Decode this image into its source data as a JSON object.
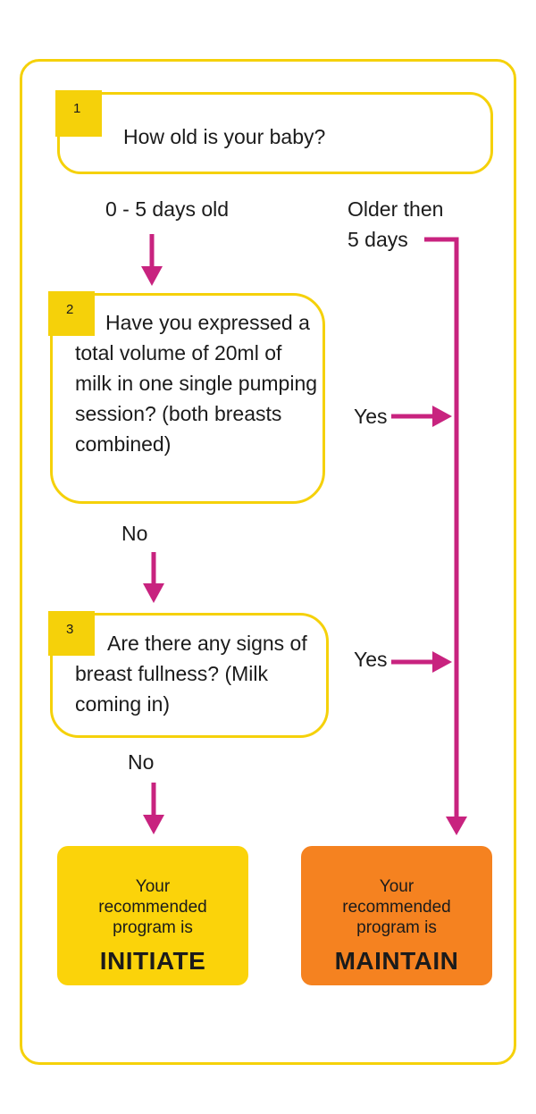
{
  "colors": {
    "frame": "#f5d10a",
    "arrow": "#c8237f",
    "initiate": "#fbd30a",
    "maintain": "#f58220"
  },
  "questions": [
    {
      "number": "1",
      "text": "How old is your baby?"
    },
    {
      "number": "2",
      "text": "Have you expressed a total volume of 20ml of milk in one single pumping session? (both breasts combined)"
    },
    {
      "number": "3",
      "text": "Are there any signs of breast fullness? (Milk coming in)"
    }
  ],
  "labels": {
    "age_young": "0 - 5 days old",
    "age_older_line1": "Older then",
    "age_older_line2": "5 days",
    "q2_yes": "Yes",
    "q2_no": "No",
    "q3_yes": "Yes",
    "q3_no": "No"
  },
  "results": {
    "initiate": {
      "prefix": "Your recommended program is",
      "program": "INITIATE"
    },
    "maintain": {
      "prefix": "Your recommended program is",
      "program": "MAINTAIN"
    }
  }
}
